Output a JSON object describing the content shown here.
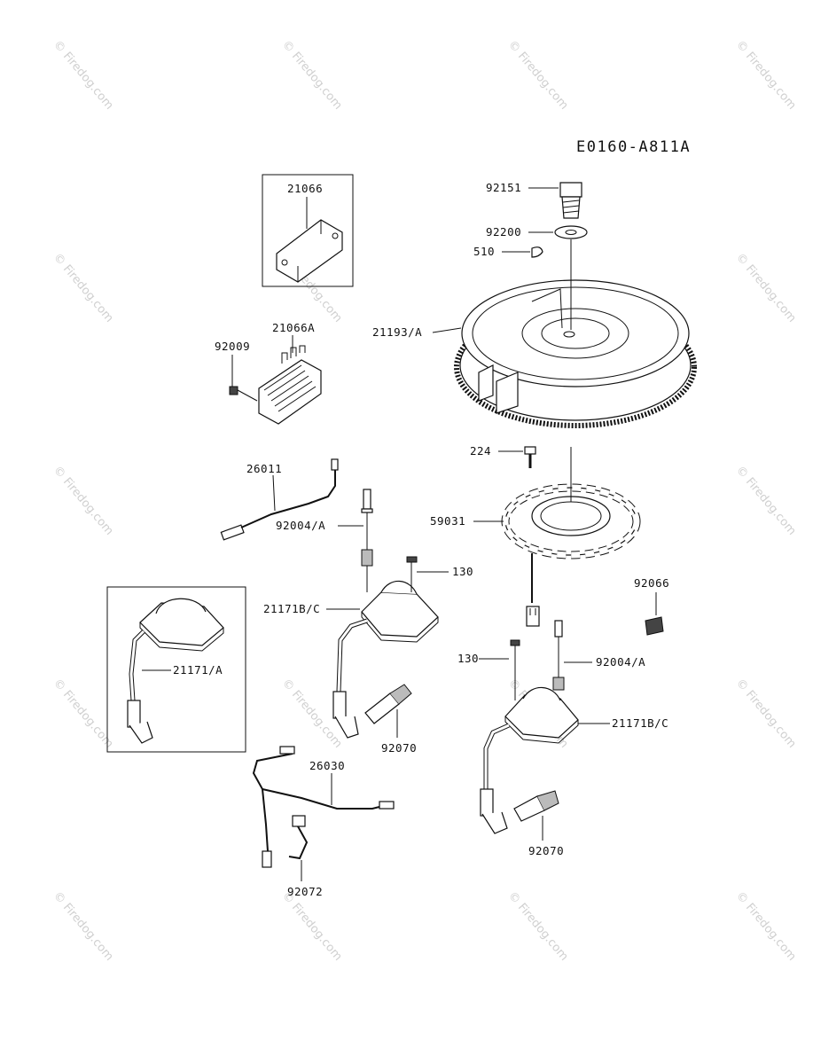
{
  "diagram_code": "E0160-A811A",
  "watermark": "© Firedog.com",
  "callouts": {
    "c21066": "21066",
    "c21066A": "21066A",
    "c92009": "92009",
    "c26011": "26011",
    "c92004A_left": "92004/A",
    "c130_left": "130",
    "c21171BC_left": "21171B/C",
    "c21171A": "21171/A",
    "c92070_left": "92070",
    "c26030": "26030",
    "c92072": "92072",
    "c92151": "92151",
    "c92200": "92200",
    "c510": "510",
    "c21193A": "21193/A",
    "c224": "224",
    "c59031": "59031",
    "c92066": "92066",
    "c130_right": "130",
    "c92004A_right": "92004/A",
    "c21171BC_right": "21171B/C",
    "c92070_right": "92070"
  }
}
